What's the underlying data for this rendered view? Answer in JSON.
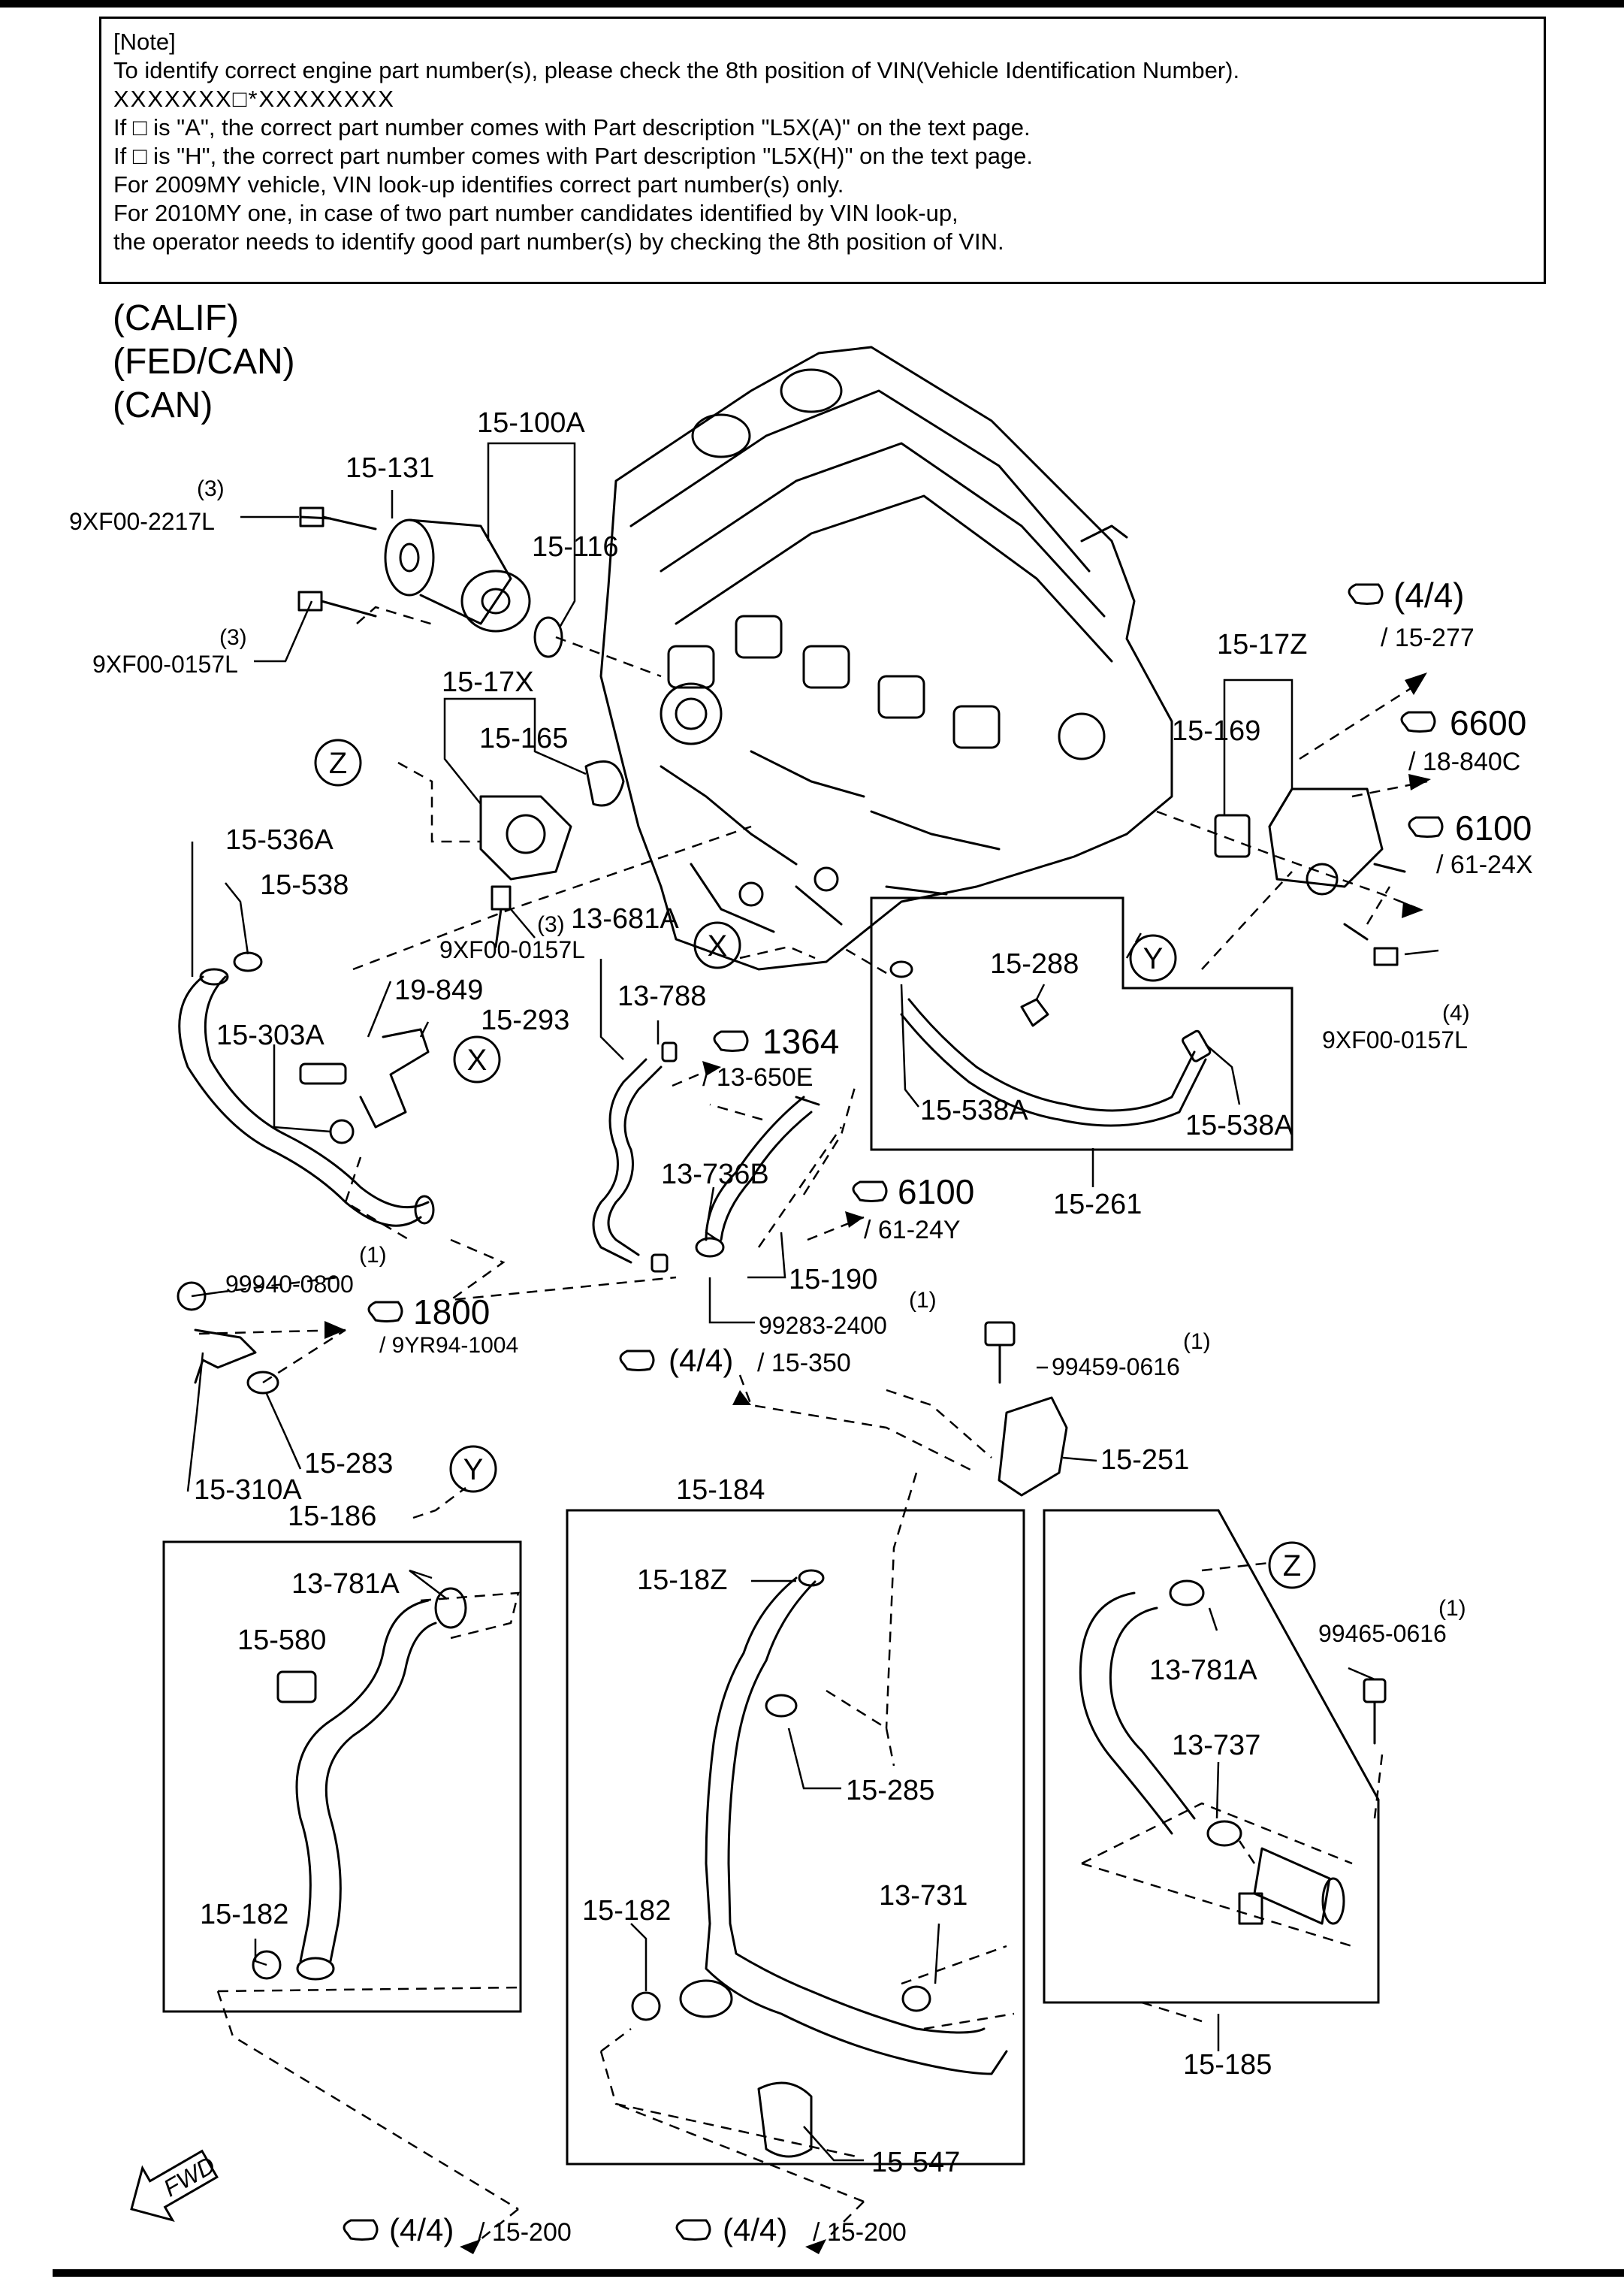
{
  "note": {
    "heading": "[Note]",
    "line1": "To identify correct engine part number(s), please check the 8th position of VIN(Vehicle Identification Number).",
    "line2": "XXXXXXX□*XXXXXXXX",
    "line3": "If □ is \"A\", the correct part number comes with Part description \"L5X(A)\" on the text page.",
    "line4": "If □ is \"H\", the correct part number comes with Part description \"L5X(H)\" on the text page.",
    "line5": "For 2009MY vehicle, VIN look-up identifies correct part number(s) only.",
    "line6": "For 2010MY one, in case of two part number candidates identified by VIN look-up,",
    "line7": "the operator needs to identify good part number(s) by checking the 8th position of VIN."
  },
  "variants": [
    "(CALIF)",
    "(FED/CAN)",
    "(CAN)"
  ],
  "parts": {
    "p15_100A": "15-100A",
    "p15_131": "15-131",
    "p15_116": "15-116",
    "p9XF00_2217L": "9XF00-2217L",
    "q3a": "(3)",
    "p9XF00_0157L_a": "9XF00-0157L",
    "q3b": "(3)",
    "p15_17X": "15-17X",
    "p15_165": "15-165",
    "p15_536A": "15-536A",
    "p15_538": "15-538",
    "p9XF00_0157L_b": "9XF00-0157L",
    "q3c": "(3)",
    "p13_681A": "13-681A",
    "p13_788": "13-788",
    "p19_849": "19-849",
    "p15_293": "15-293",
    "p15_303A": "15-303A",
    "p15_17Z": "15-17Z",
    "p15_169": "15-169",
    "p15_288": "15-288",
    "p15_538A_a": "15-538A",
    "p15_538A_b": "15-538A",
    "p15_261": "15-261",
    "p9XF00_0157L_c": "9XF00-0157L",
    "q4": "(4)",
    "p13_736B": "13-736B",
    "p15_190": "15-190",
    "p99283_2400": "99283-2400",
    "q1a": "(1)",
    "p99940_0800": "99940-0800",
    "q1b": "(1)",
    "p15_283": "15-283",
    "p15_310A": "15-310A",
    "p99459_0616": "99459-0616",
    "q1c": "(1)",
    "p15_251": "15-251",
    "p15_186": "15-186",
    "p15_184": "15-184",
    "p13_781A_a": "13-781A",
    "p15_580": "15-580",
    "p15_182_a": "15-182",
    "p15_18Z": "15-18Z",
    "p15_285": "15-285",
    "p15_182_b": "15-182",
    "p13_731": "13-731",
    "p15_547": "15-547",
    "p13_781A_b": "13-781A",
    "p99465_0616": "99465-0616",
    "q1d": "(1)",
    "p13_737": "13-737",
    "p15_185": "15-185"
  },
  "refs": {
    "r1_main": "(4/4)",
    "r1_sub": "/ 15-277",
    "r2_main": "6600",
    "r2_sub": "/ 18-840C",
    "r3_main": "6100",
    "r3_sub": "/ 61-24X",
    "r4_main": "1364",
    "r4_sub": "/ 13-650E",
    "r5_main": "6100",
    "r5_sub": "/ 61-24Y",
    "r6_main": "1800",
    "r6_sub": "/ 9YR94-1004",
    "r7_main": "(4/4)",
    "r7_sub": "/ 15-350",
    "r8_main": "(4/4)",
    "r8_sub": "/ 15-200",
    "r9_main": "(4/4)",
    "r9_sub": "/ 15-200"
  },
  "callouts": {
    "z1": "Z",
    "x1": "X",
    "x2": "X",
    "y1": "Y",
    "y2": "Y",
    "z2": "Z"
  },
  "fwd": "FWD"
}
